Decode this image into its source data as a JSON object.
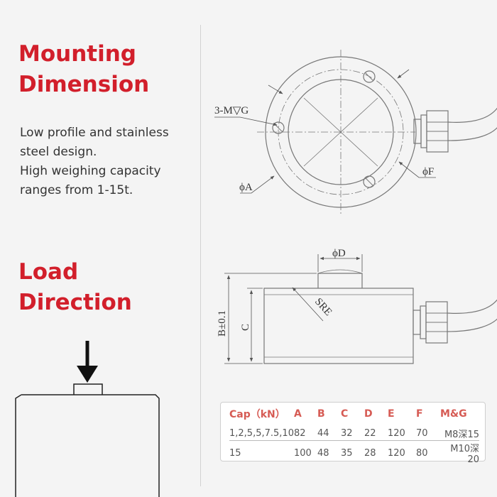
{
  "headings": {
    "mounting": [
      "Mounting",
      "Dimension"
    ],
    "load": [
      "Load",
      "Direction"
    ]
  },
  "description": [
    "Low profile and stainless",
    "steel design.",
    "High weighing capacity",
    "ranges from 1-15t."
  ],
  "top_view_labels": {
    "thread": "3-M▽G",
    "dia_a": "ϕA",
    "dia_f": "ϕF"
  },
  "side_view_labels": {
    "dia_d": "ϕD",
    "sphere": "SR",
    "sphere_suffix": "E",
    "height_b": "B±0.1",
    "height_c": "C"
  },
  "table": {
    "headers": [
      "Cap（kN）",
      "A",
      "B",
      "C",
      "D",
      "E",
      "F",
      "M&G"
    ],
    "rows": [
      [
        "1,2,5,5,7.5,10",
        "82",
        "44",
        "32",
        "22",
        "120",
        "70",
        "M8深15"
      ],
      [
        "15",
        "100",
        "48",
        "35",
        "28",
        "120",
        "80",
        "M10深20"
      ]
    ]
  },
  "colors": {
    "heading": "#d21f2b",
    "table_header": "#d65b54",
    "line": "#777777"
  }
}
